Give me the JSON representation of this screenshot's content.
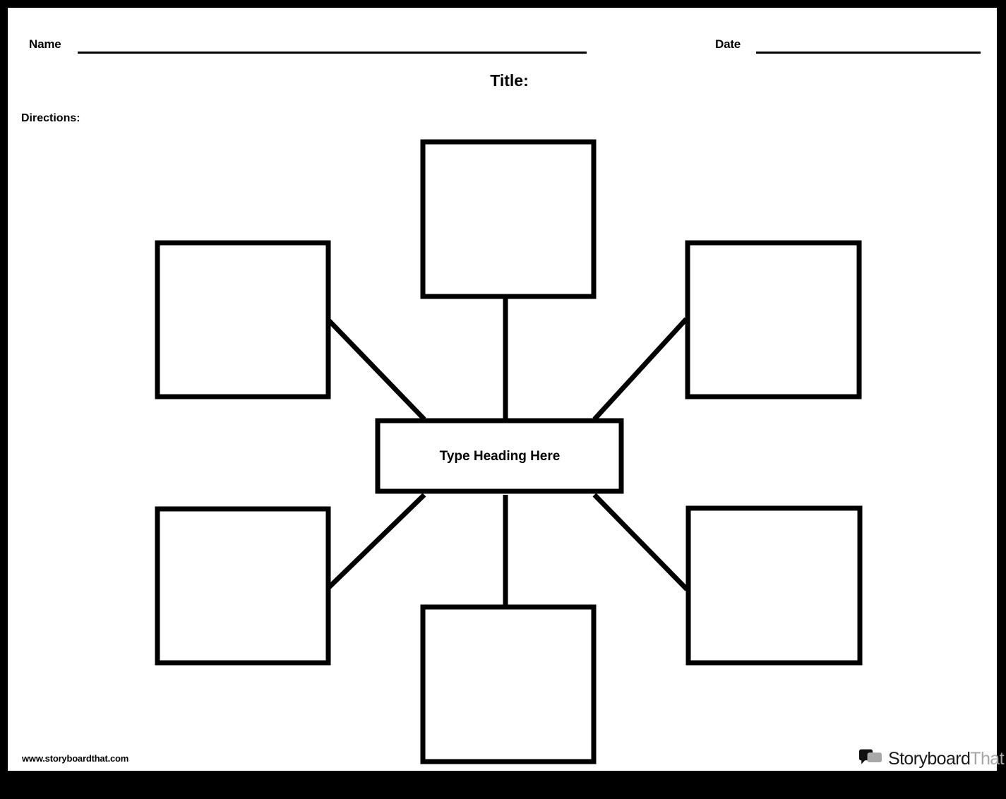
{
  "document": {
    "type": "spider-map-graphic-organizer-worksheet",
    "page_background": "#ffffff",
    "border_color": "#000000",
    "ink_color": "#000000"
  },
  "header": {
    "name_label": "Name",
    "name_value": "",
    "date_label": "Date",
    "date_value": ""
  },
  "title": {
    "label": "Title:",
    "value": ""
  },
  "directions": {
    "label": "Directions:",
    "value": ""
  },
  "diagram": {
    "center": {
      "label": "Type Heading Here",
      "shape": "rectangle"
    },
    "branches": [
      {
        "position": "top",
        "label": "",
        "shape": "square",
        "connector": "vertical"
      },
      {
        "position": "top-left",
        "label": "",
        "shape": "square",
        "connector": "diagonal"
      },
      {
        "position": "top-right",
        "label": "",
        "shape": "square",
        "connector": "diagonal"
      },
      {
        "position": "bottom-left",
        "label": "",
        "shape": "square",
        "connector": "diagonal"
      },
      {
        "position": "bottom-right",
        "label": "",
        "shape": "square",
        "connector": "diagonal"
      },
      {
        "position": "bottom",
        "label": "",
        "shape": "square",
        "connector": "vertical"
      }
    ]
  },
  "footer": {
    "site_url": "www.storyboardthat.com",
    "logo_text_primary": "Storyboard",
    "logo_text_secondary": "That",
    "logo_primary_color": "#1a1a1a",
    "logo_secondary_color": "#a6a6a6"
  }
}
